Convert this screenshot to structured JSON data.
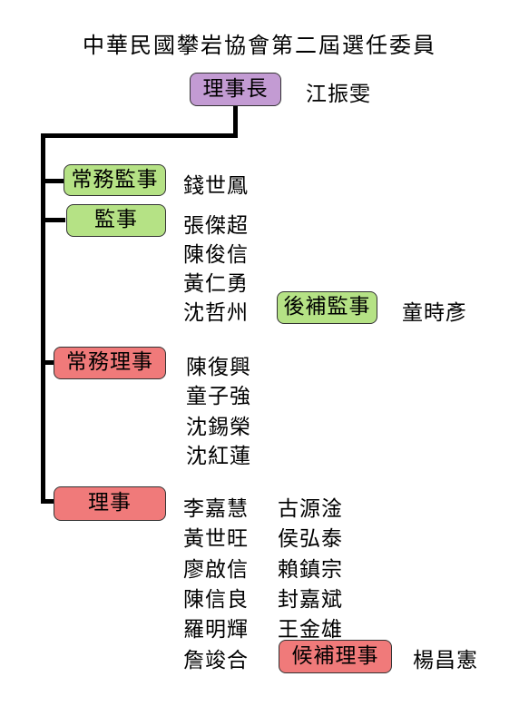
{
  "title": "中華民國攀岩協會第二屆選任委員",
  "chairman": {
    "role": "理事長",
    "name": "江振雯"
  },
  "executive_supervisor": {
    "role": "常務監事",
    "name": "錢世鳳"
  },
  "supervisors": {
    "role": "監事",
    "names": [
      "張傑超",
      "陳俊信",
      "黃仁勇",
      "沈哲州"
    ]
  },
  "alternate_supervisor": {
    "role": "後補監事",
    "name": "童時彥"
  },
  "executive_directors": {
    "role": "常務理事",
    "names": [
      "陳復興",
      "童子強",
      "沈錫榮",
      "沈紅蓮"
    ]
  },
  "directors": {
    "role": "理事",
    "names_col1": [
      "李嘉慧",
      "黃世旺",
      "廖啟信",
      "陳信良",
      "羅明輝",
      "詹竣合"
    ],
    "names_col2": [
      "古源淦",
      "侯弘泰",
      "賴鎮宗",
      "封嘉斌",
      "王金雄"
    ]
  },
  "alternate_director": {
    "role": "候補理事",
    "name": "楊昌憲"
  },
  "colors": {
    "chairman_box": "#c39bd3",
    "supervisor_box": "#b5e285",
    "director_box": "#f07a7a",
    "connector": "#000000"
  }
}
